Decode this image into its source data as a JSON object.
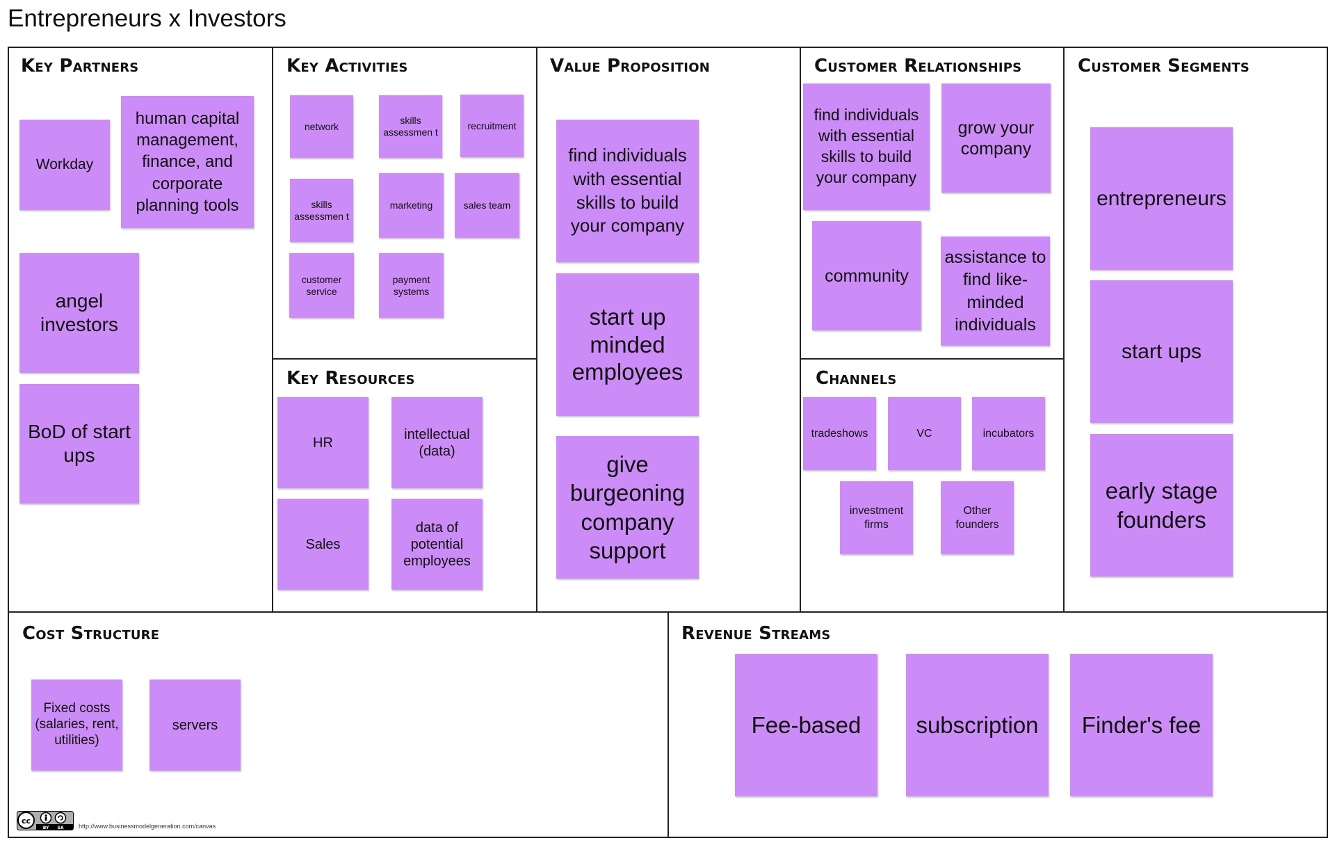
{
  "title": "Entrepreneurs x Investors",
  "note_color": "#cc8cf7",
  "sections": {
    "key_partners": {
      "heading": "Key Partners",
      "notes": [
        "Workday",
        "human capital management, finance, and corporate planning tools",
        "angel investors",
        "BoD of start ups"
      ]
    },
    "key_activities": {
      "heading": "Key Activities",
      "notes": [
        "network",
        "skills assessmen t",
        "recruitment",
        "skills assessmen t",
        "marketing",
        "sales team",
        "customer service",
        "payment systems"
      ]
    },
    "key_resources": {
      "heading": "Key Resources",
      "notes": [
        "HR",
        "intellectual (data)",
        "Sales",
        "data of potential employees"
      ]
    },
    "value_proposition": {
      "heading": "Value Proposition",
      "notes": [
        "find individuals with essential skills to build your company",
        "start up minded employees",
        "give burgeoning company support"
      ]
    },
    "customer_relationships": {
      "heading": "Customer Relationships",
      "notes": [
        "find individuals with essential skills to build your company",
        "grow your company",
        "community",
        "assistance to find like-minded individuals"
      ]
    },
    "channels": {
      "heading": "Channels",
      "notes": [
        "tradeshows",
        "VC",
        "incubators",
        "investment firms",
        "Other founders"
      ]
    },
    "customer_segments": {
      "heading": "Customer Segments",
      "notes": [
        "entrepreneurs",
        "start ups",
        "early stage founders"
      ]
    },
    "cost_structure": {
      "heading": "Cost Structure",
      "notes": [
        "Fixed costs (salaries, rent, utilities)",
        "servers"
      ]
    },
    "revenue_streams": {
      "heading": "Revenue Streams",
      "notes": [
        "Fee-based",
        "subscription",
        "Finder's fee"
      ]
    }
  },
  "footer": {
    "license_icon": "creative-commons-by-sa-icon",
    "url": "http://www.businessmodelgeneration.com/canvas"
  }
}
